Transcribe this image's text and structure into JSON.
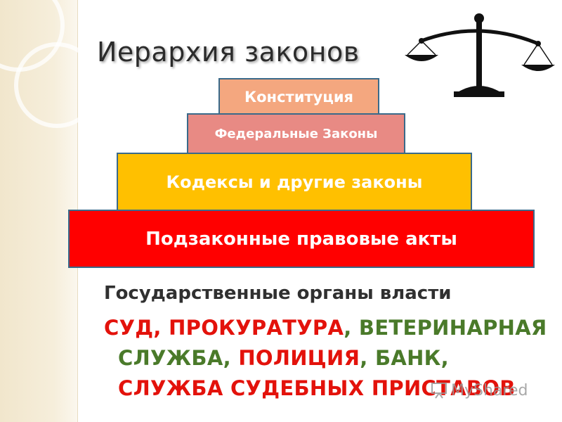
{
  "title": "Иерархия законов",
  "pyramid": {
    "levels": [
      {
        "label": "Конституция"
      },
      {
        "label": "Федеральные Законы"
      },
      {
        "label": "Кодексы и другие законы"
      },
      {
        "label": "Подзаконные правовые акты"
      }
    ]
  },
  "organs": {
    "title": "Государственные органы власти",
    "items": [
      {
        "text": "СУД",
        "color": "#e3120b"
      },
      {
        "text": "ПРОКУРАТУРА",
        "color": "#e3120b"
      },
      {
        "text": "ВЕТЕРИНАРНАЯ",
        "color": "#4a7a2a"
      },
      {
        "text": "СЛУЖБА",
        "color": "#4a7a2a"
      },
      {
        "text": "ПОЛИЦИЯ",
        "color": "#e3120b"
      },
      {
        "text": "БАНК",
        "color": "#4a7a2a"
      },
      {
        "text": "СЛУЖБА СУДЕБНЫХ ПРИСТАВОВ",
        "color": "#e3120b"
      }
    ],
    "separator": ","
  },
  "watermark": "MyShared",
  "icons": {
    "scales": "scales-of-justice-icon",
    "watermark": "presentation-board-icon"
  },
  "colors": {
    "constitution": "#f4a77f",
    "federal": "#e88a84",
    "codes": "#ffc000",
    "bylaws": "#ff0000",
    "border": "#3a6a8a"
  }
}
